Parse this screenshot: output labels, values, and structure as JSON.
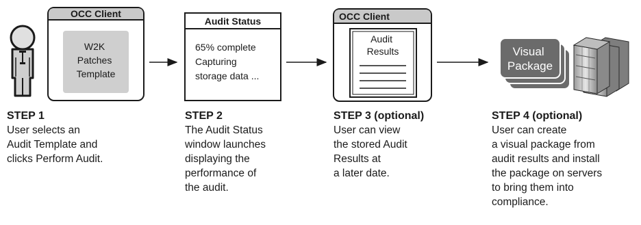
{
  "step1": {
    "window_title": "OCC Client",
    "template_lines": [
      "W2K",
      "Patches",
      "Template"
    ],
    "title": "STEP 1",
    "desc_lines": [
      "User selects an",
      "Audit Template and",
      "clicks Perform Audit."
    ]
  },
  "step2": {
    "window_title": "Audit Status",
    "status_lines": [
      "65% complete",
      "Capturing",
      "storage data ..."
    ],
    "title": "STEP 2",
    "desc_lines": [
      "The Audit Status",
      "window launches",
      "displaying the",
      "performance of",
      "the audit."
    ]
  },
  "step3": {
    "window_title": "OCC Client",
    "doc_lines": [
      "Audit",
      "Results"
    ],
    "title": "STEP 3 (optional)",
    "desc_lines": [
      "User can view",
      "the stored Audit",
      "Results at",
      "a later date."
    ]
  },
  "step4": {
    "package_lines": [
      "Visual",
      "Package"
    ],
    "title": "STEP 4 (optional)",
    "desc_lines": [
      "User can create",
      "a visual package from",
      "audit results and install",
      "the package on servers",
      "to bring them into",
      "compliance."
    ]
  }
}
